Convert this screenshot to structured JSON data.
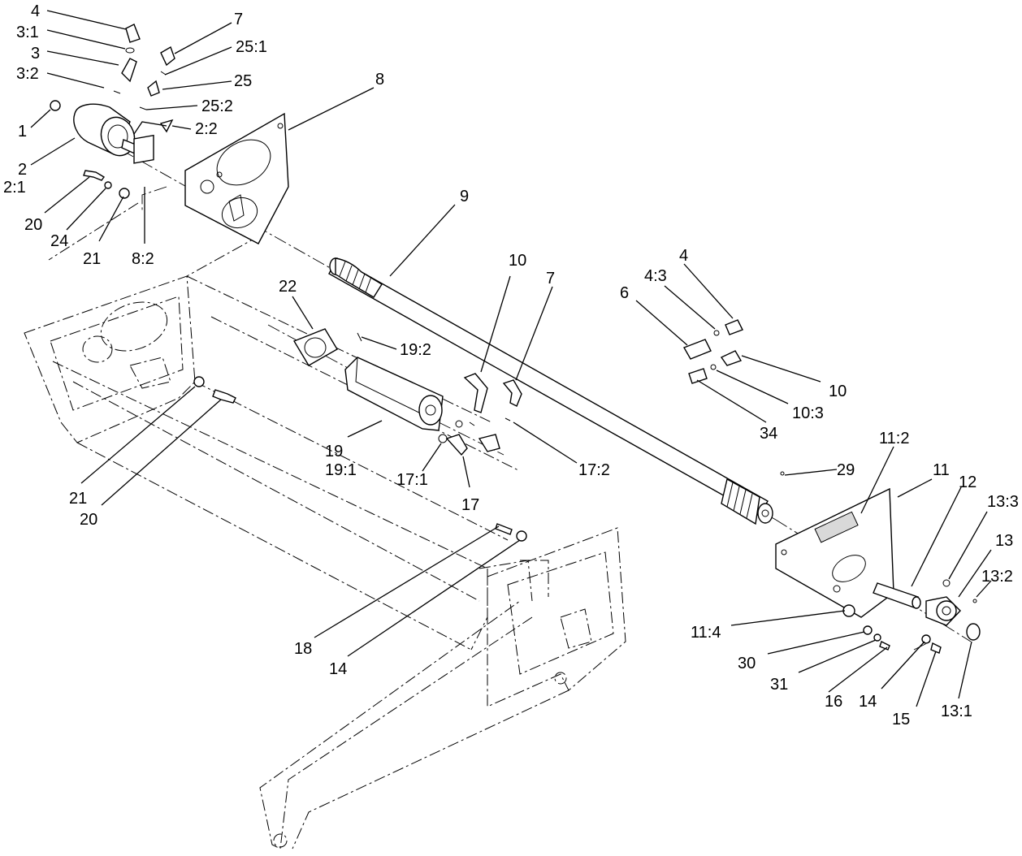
{
  "callouts": [
    {
      "id": "c-4a",
      "label": "4"
    },
    {
      "id": "c-3-1",
      "label": "3:1"
    },
    {
      "id": "c-3",
      "label": "3"
    },
    {
      "id": "c-3-2",
      "label": "3:2"
    },
    {
      "id": "c-1",
      "label": "1"
    },
    {
      "id": "c-2",
      "label": "2"
    },
    {
      "id": "c-2-1",
      "label": "2:1"
    },
    {
      "id": "c-7a",
      "label": "7"
    },
    {
      "id": "c-25-1",
      "label": "25:1"
    },
    {
      "id": "c-25",
      "label": "25"
    },
    {
      "id": "c-25-2",
      "label": "25:2"
    },
    {
      "id": "c-2-2",
      "label": "2:2"
    },
    {
      "id": "c-8",
      "label": "8"
    },
    {
      "id": "c-20a",
      "label": "20"
    },
    {
      "id": "c-24",
      "label": "24"
    },
    {
      "id": "c-21a",
      "label": "21"
    },
    {
      "id": "c-8-2",
      "label": "8:2"
    },
    {
      "id": "c-9",
      "label": "9"
    },
    {
      "id": "c-10a",
      "label": "10"
    },
    {
      "id": "c-7b",
      "label": "7"
    },
    {
      "id": "c-4b",
      "label": "4"
    },
    {
      "id": "c-4-3",
      "label": "4:3"
    },
    {
      "id": "c-6",
      "label": "6"
    },
    {
      "id": "c-22",
      "label": "22"
    },
    {
      "id": "c-19-2",
      "label": "19:2"
    },
    {
      "id": "c-10b",
      "label": "10"
    },
    {
      "id": "c-10-3",
      "label": "10:3"
    },
    {
      "id": "c-34",
      "label": "34"
    },
    {
      "id": "c-19",
      "label": "19"
    },
    {
      "id": "c-19-1",
      "label": "19:1"
    },
    {
      "id": "c-17-1",
      "label": "17:1"
    },
    {
      "id": "c-17",
      "label": "17"
    },
    {
      "id": "c-17-2",
      "label": "17:2"
    },
    {
      "id": "c-21b",
      "label": "21"
    },
    {
      "id": "c-20b",
      "label": "20"
    },
    {
      "id": "c-11-2",
      "label": "11:2"
    },
    {
      "id": "c-29",
      "label": "29"
    },
    {
      "id": "c-11",
      "label": "11"
    },
    {
      "id": "c-12",
      "label": "12"
    },
    {
      "id": "c-13-3",
      "label": "13:3"
    },
    {
      "id": "c-13",
      "label": "13"
    },
    {
      "id": "c-13-2",
      "label": "13:2"
    },
    {
      "id": "c-11-4",
      "label": "11:4"
    },
    {
      "id": "c-30",
      "label": "30"
    },
    {
      "id": "c-31",
      "label": "31"
    },
    {
      "id": "c-16",
      "label": "16"
    },
    {
      "id": "c-14a",
      "label": "14"
    },
    {
      "id": "c-15",
      "label": "15"
    },
    {
      "id": "c-13-1",
      "label": "13:1"
    },
    {
      "id": "c-18",
      "label": "18"
    },
    {
      "id": "c-14b",
      "label": "14"
    }
  ]
}
